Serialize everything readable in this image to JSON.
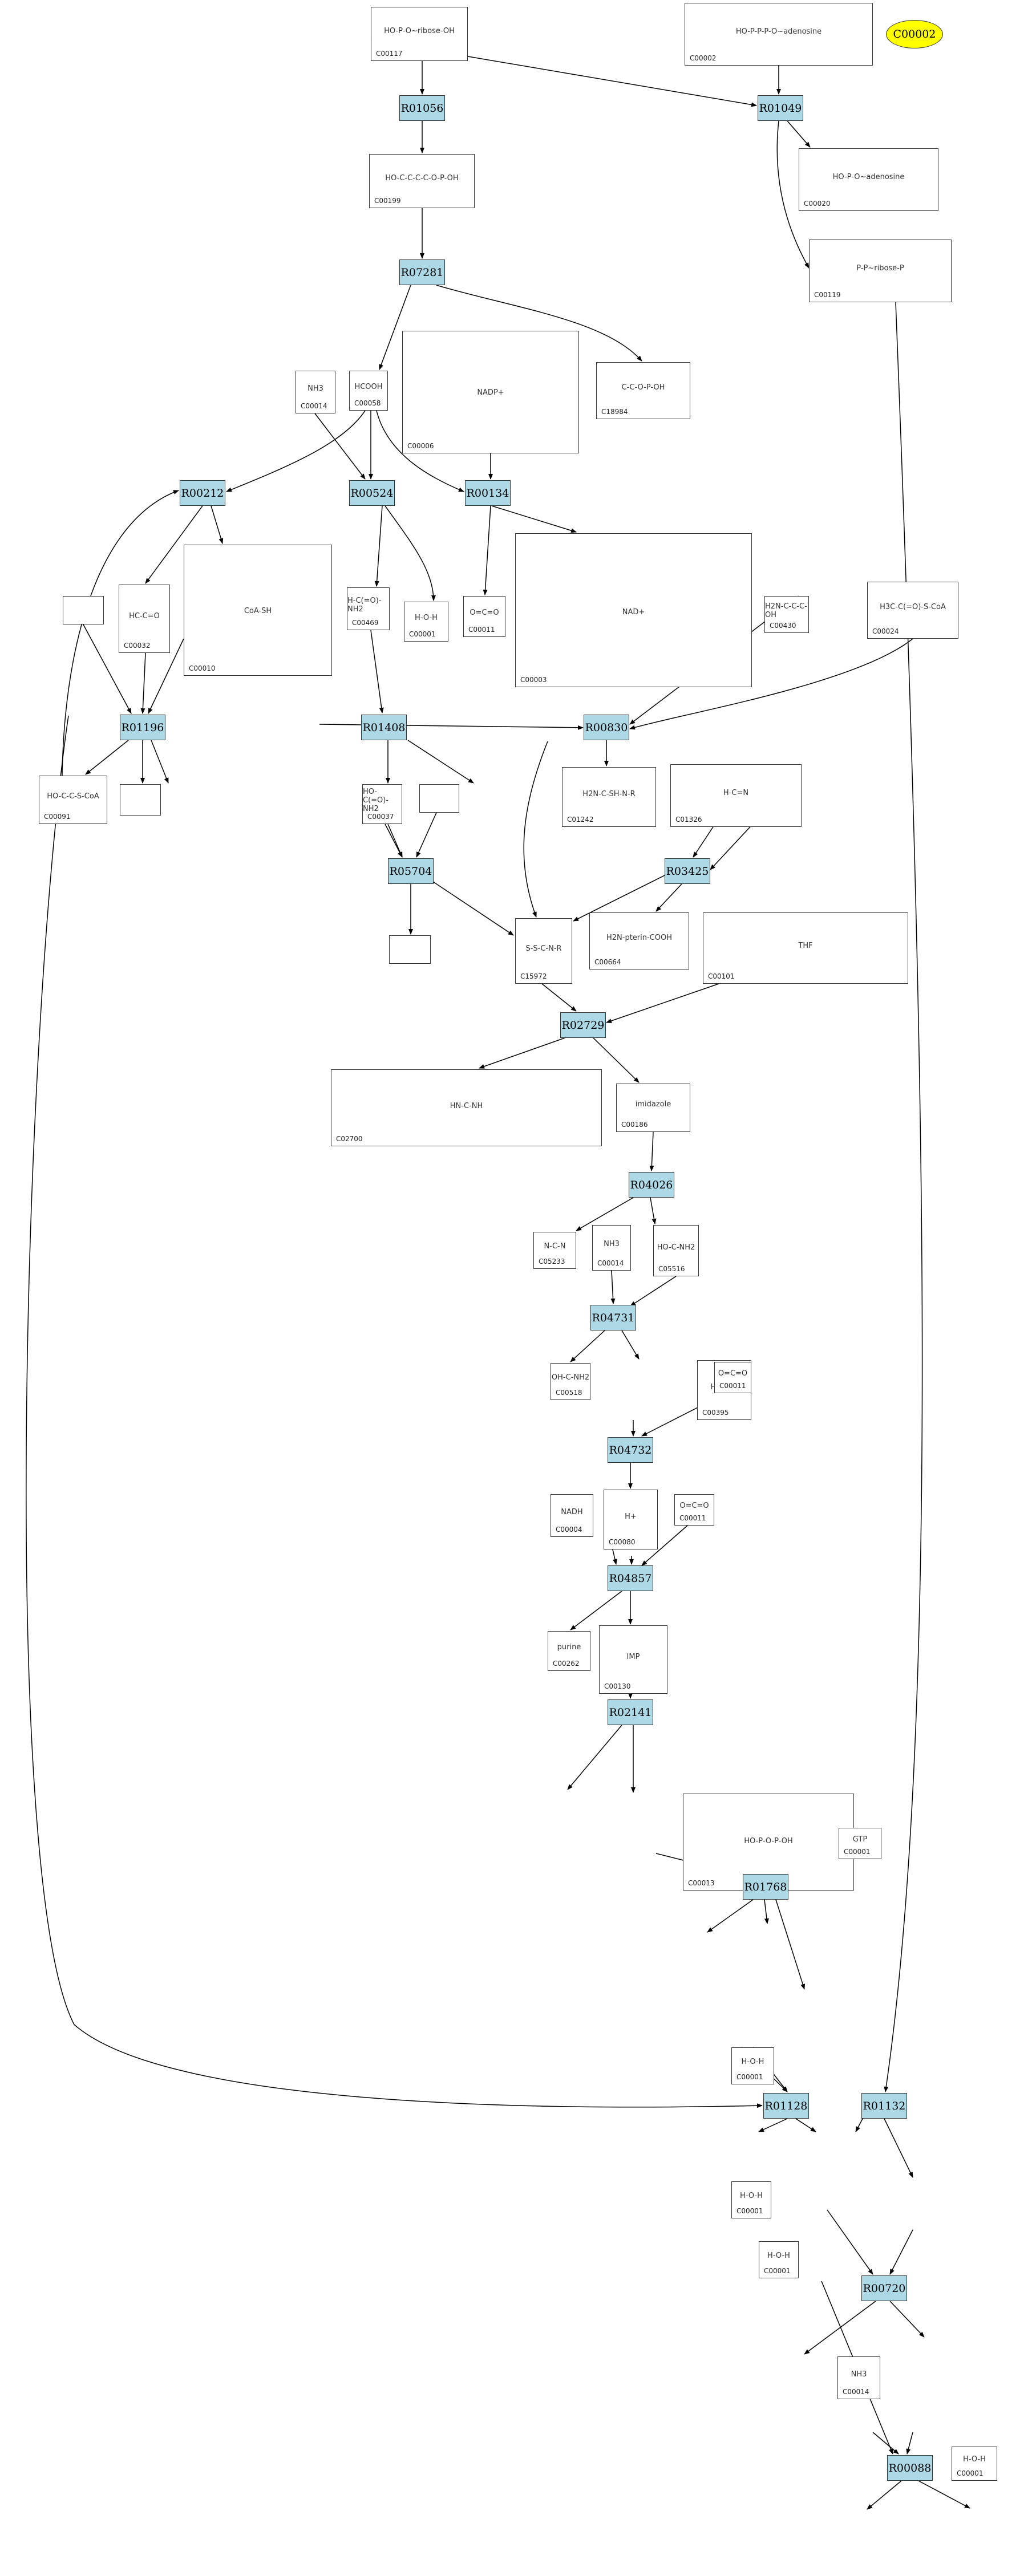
{
  "colors": {
    "reaction_fill": "#add8e6",
    "highlight_fill": "#ffff00",
    "edge": "#000000"
  },
  "highlight": {
    "label": "C00002"
  },
  "compounds": [
    {
      "id": "C00117",
      "glyph": "HO-P-O~ribose-OH"
    },
    {
      "id": "C00002",
      "glyph": "HO-P-P-P-O~adenosine"
    },
    {
      "id": "C00199",
      "glyph": "HO-C-C-C-C-O-P-OH"
    },
    {
      "id": "C00020",
      "glyph": "HO-P-O~adenosine"
    },
    {
      "id": "C00119",
      "glyph": "P-P~ribose-P"
    },
    {
      "id": "C00014",
      "glyph": "NH3"
    },
    {
      "id": "C00058",
      "glyph": "HCOOH"
    },
    {
      "id": "C00006",
      "glyph": "NADP+"
    },
    {
      "id": "C18984",
      "glyph": "C-C-O-P-OH"
    },
    {
      "id": "C00032",
      "glyph": "HC-C=O"
    },
    {
      "id": "C00010",
      "glyph": "CoA-SH"
    },
    {
      "id": "C00469",
      "glyph": "H-C(=O)-NH2"
    },
    {
      "id": "C00001",
      "glyph": "H-O-H"
    },
    {
      "id": "C00011",
      "glyph": "O=C=O"
    },
    {
      "id": "C00003",
      "glyph": "NAD+"
    },
    {
      "id": "C00430",
      "glyph": "H2N-C-C-C-OH"
    },
    {
      "id": "C00024",
      "glyph": "H3C-C(=O)-S-CoA"
    },
    {
      "id": "C00091",
      "glyph": "HO-C-C-S-CoA"
    },
    {
      "id": "C01242",
      "glyph": "H2N-C-SH-N-R"
    },
    {
      "id": "C01326",
      "glyph": "H-C=N"
    },
    {
      "id": "C00037",
      "glyph": "HO-C(=O)-NH2"
    },
    {
      "id": "C15972",
      "glyph": "S-S-C-N-R"
    },
    {
      "id": "C00664",
      "glyph": "H2N-pterin-COOH"
    },
    {
      "id": "C00101",
      "glyph": "THF"
    },
    {
      "id": "C02700",
      "glyph": "HN-C-NH"
    },
    {
      "id": "C00186",
      "glyph": "imidazole"
    },
    {
      "id": "C05233",
      "glyph": "N-C-N"
    },
    {
      "id": "C05516",
      "glyph": "HO-C-NH2"
    },
    {
      "id": "C00518",
      "glyph": "OH-C-NH2"
    },
    {
      "id": "C00395",
      "glyph": "HN-C-N"
    },
    {
      "id": "C00004",
      "glyph": "NADH"
    },
    {
      "id": "C00080",
      "glyph": "H+"
    },
    {
      "id": "C00262",
      "glyph": "purine"
    },
    {
      "id": "C00130",
      "glyph": "IMP"
    },
    {
      "id": "C00013",
      "glyph": "HO-P-O-P-OH"
    },
    {
      "id": "C00001",
      "glyph": "GTP"
    }
  ],
  "reactions": [
    "R01056",
    "R01049",
    "R07281",
    "R00212",
    "R00524",
    "R00134",
    "R01196",
    "R01408",
    "R00830",
    "R05704",
    "R03425",
    "R02729",
    "R04026",
    "R04731",
    "R04732",
    "R04857",
    "R02141",
    "R01768",
    "R01128",
    "R01132",
    "R00720",
    "R00088"
  ]
}
